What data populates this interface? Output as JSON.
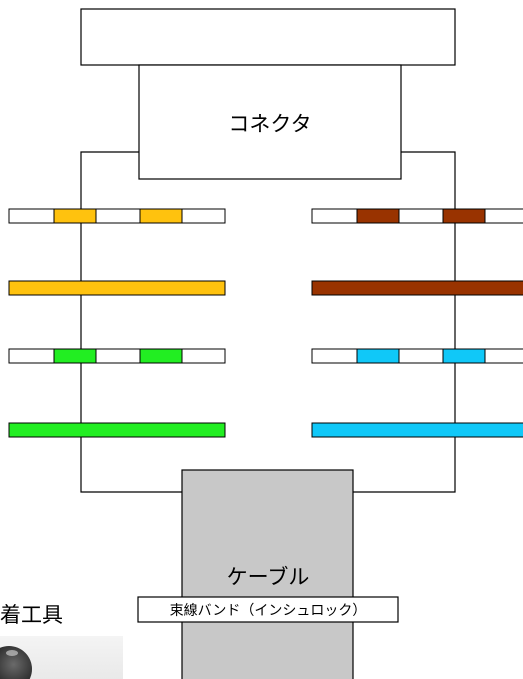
{
  "connector": {
    "label": "コネクタ"
  },
  "cable": {
    "label": "ケーブル"
  },
  "band": {
    "label": "束線バンド（インシュロック）"
  },
  "tool": {
    "label": "着工具"
  },
  "colors": {
    "stroke": "#000000",
    "cable_fill": "#c8c8c8",
    "white": "#ffffff",
    "orange": "#ffc20e",
    "brown": "#993300",
    "green": "#22ee22",
    "blue": "#10c8f8"
  },
  "wires": [
    {
      "side": "left",
      "color": "orange",
      "style": "striped"
    },
    {
      "side": "left",
      "color": "orange",
      "style": "solid"
    },
    {
      "side": "left",
      "color": "green",
      "style": "striped"
    },
    {
      "side": "left",
      "color": "green",
      "style": "solid"
    },
    {
      "side": "right",
      "color": "brown",
      "style": "striped"
    },
    {
      "side": "right",
      "color": "brown",
      "style": "solid"
    },
    {
      "side": "right",
      "color": "blue",
      "style": "striped"
    },
    {
      "side": "right",
      "color": "blue",
      "style": "solid"
    }
  ]
}
